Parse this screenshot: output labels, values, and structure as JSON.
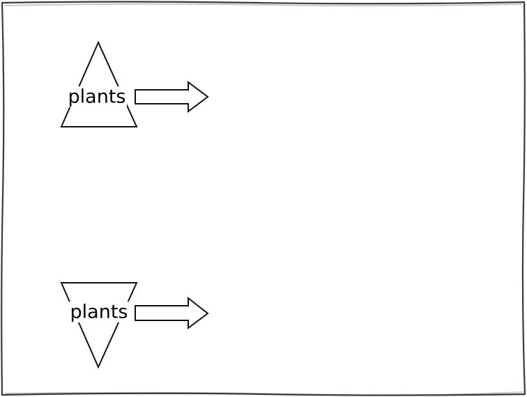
{
  "diagram": {
    "nodes": [
      {
        "id": "pyramid-upright",
        "shape": "triangle-up",
        "label": "plants"
      },
      {
        "id": "pyramid-inverted",
        "shape": "triangle-down",
        "label": "plants"
      }
    ],
    "arrows": [
      {
        "from": "pyramid-upright",
        "direction": "right",
        "style": "hollow-block"
      },
      {
        "from": "pyramid-inverted",
        "direction": "right",
        "style": "hollow-block"
      }
    ]
  }
}
